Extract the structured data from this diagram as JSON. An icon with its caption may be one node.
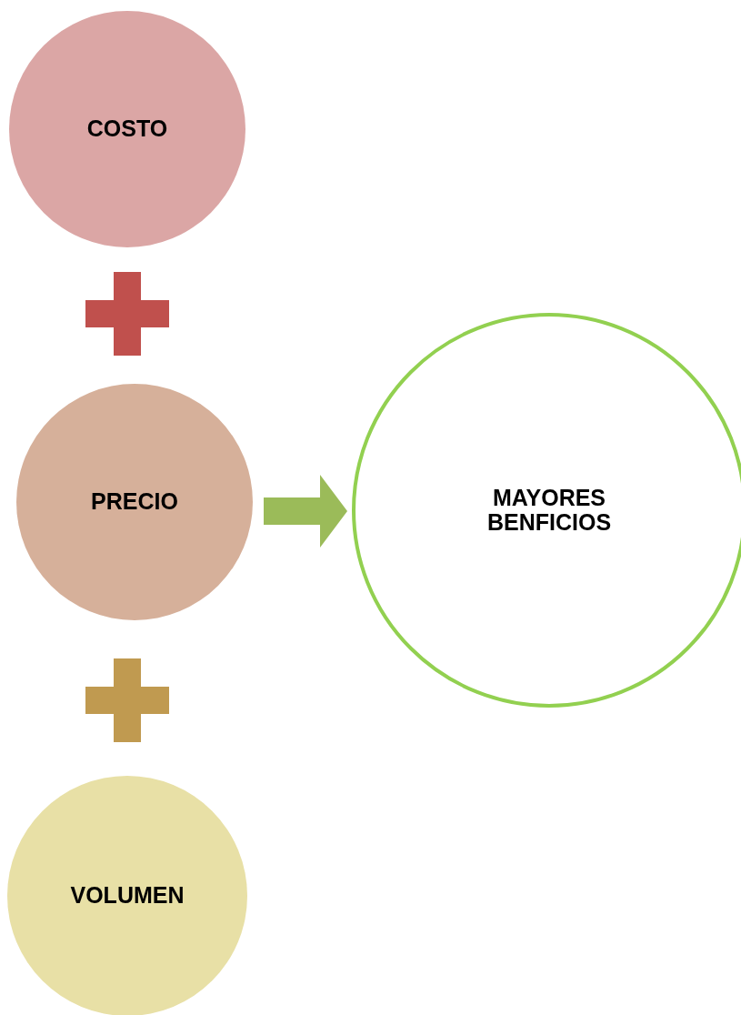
{
  "diagram": {
    "nodes": [
      {
        "text": [
          "COSTO"
        ]
      },
      {
        "text": [
          "PRECIO"
        ]
      },
      {
        "text": [
          "VOLUMEN"
        ]
      },
      {
        "text": [
          "MAYORES BENFICIOS"
        ]
      }
    ],
    "edges": [
      {
        "from": 1,
        "to": 3,
        "arrow": "to"
      }
    ]
  }
}
